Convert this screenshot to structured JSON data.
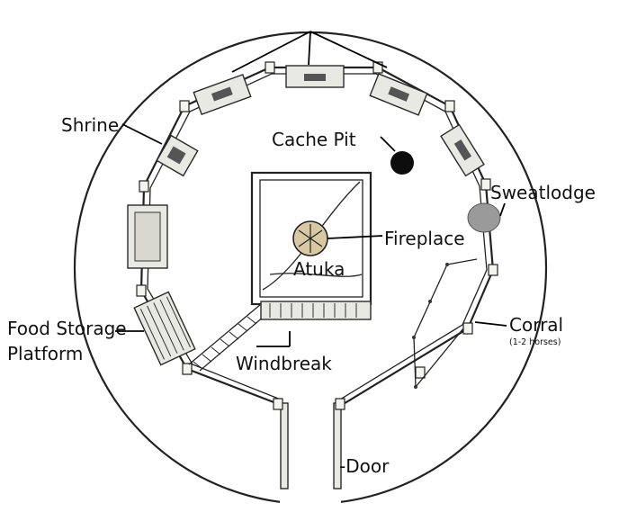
{
  "diagram": {
    "labels": {
      "cache_pit": "Cache Pit",
      "shrine": "Shrine",
      "sweatlodge": "Sweatlodge",
      "fireplace": "Fireplace",
      "atuka": "Atuka",
      "food_storage_line1": "Food Storage",
      "food_storage_line2": "Platform",
      "corral": "Corral",
      "corral_note": "(1-2 horses)",
      "windbreak": "Windbreak",
      "door": "-Door"
    },
    "colors": {
      "ink": "#111111",
      "cache_pit_fill": "#0d0d0d",
      "sweatlodge_fill": "#9a9a9a",
      "fireplace_fill": "#d9c9a3",
      "wall_fill": "#e9e9e3"
    }
  }
}
